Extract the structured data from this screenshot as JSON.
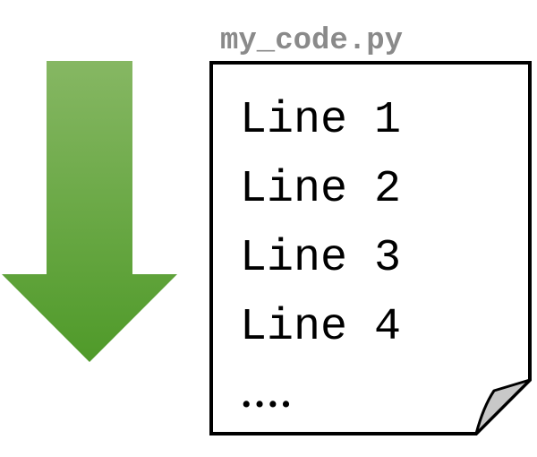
{
  "file": {
    "name": "my_code.py",
    "lines": [
      "Line 1",
      "Line 2",
      "Line 3",
      "Line 4"
    ],
    "continuation": "…."
  },
  "colors": {
    "arrow_top": "#86b763",
    "arrow_bottom": "#4f9a29",
    "filename_text": "#8a8a8a",
    "page_border": "#000000",
    "page_fold": "#c8c8c8"
  },
  "icons": {
    "arrow": "down-arrow-icon",
    "page": "document-page-icon"
  }
}
